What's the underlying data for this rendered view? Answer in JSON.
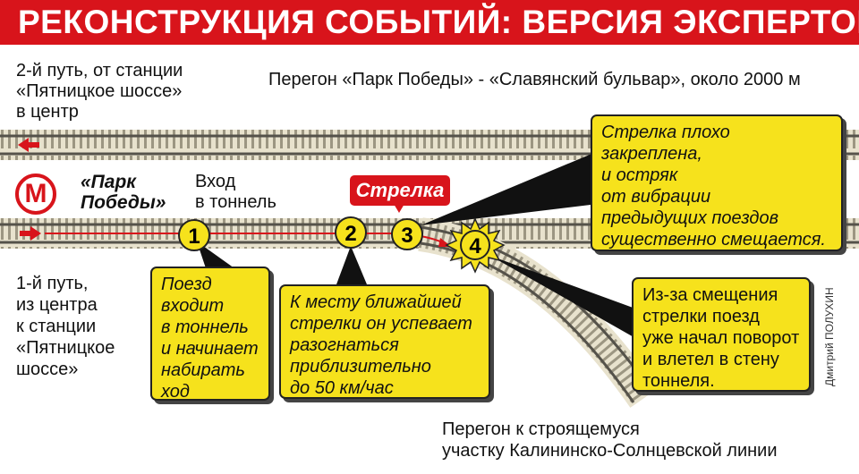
{
  "title": "РЕКОНСТРУКЦИЯ СОБЫТИЙ: ВЕРСИЯ ЭКСПЕРТОВ",
  "track2_label": "2-й путь, от станции\n«Пятницкое шоссе»\nв центр",
  "section_label": "Перегон «Парк Победы» - «Славянский бульвар», около 2000 м",
  "station_label": "«Парк\nПобеды»",
  "tunnel_entry_label": "Вход\nв тоннель",
  "switch_label": "Стрелка",
  "track1_label": "1-й путь,\nиз центра\nк станции\n«Пятницкое\nшоссе»",
  "branch_label": "Перегон к строящемуся\nучастку Калининско-Солнцевской линии",
  "credit": "Дмитрий ПОЛУХИН",
  "markers": [
    "1",
    "2",
    "3",
    "4"
  ],
  "callouts": {
    "c1": "Поезд\nвходит\nв тоннель\nи начинает\nнабирать\nход",
    "c2": "К месту ближайшей\n стрелки он успевает\nразогнаться\nприблизительно\nдо 50 км/час",
    "c3": "Стрелка плохо\nзакреплена,\nи остряк\nот вибрации\nпредыдущих поездов\nсущественно смещается.",
    "c4": "Из-за смещения\nстрелки поезд\nуже начал поворот\nи влетел в стену\nтоннеля."
  },
  "colors": {
    "accent_red": "#d8141b",
    "callout_yellow": "#f6e21c",
    "track_bed": "#e8e2cd"
  },
  "icons": {
    "metro": "metro-m-logo",
    "arrow": "direction-arrow-icon"
  }
}
